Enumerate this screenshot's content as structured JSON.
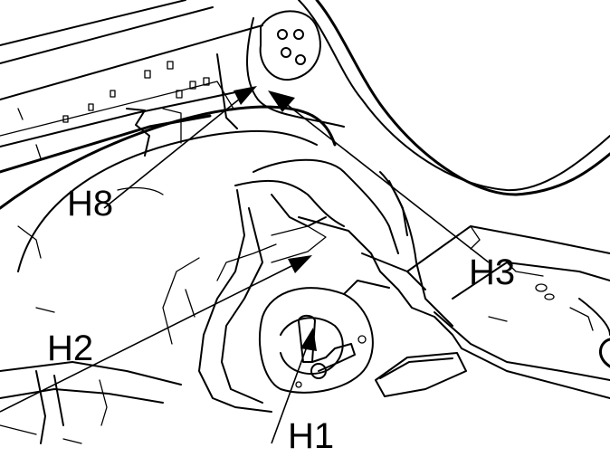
{
  "diagram": {
    "labels": {
      "h1": "H1",
      "h2": "H2",
      "h3": "H3",
      "h8": "H8"
    },
    "colors": {
      "line": "#000000",
      "background": "#ffffff"
    }
  }
}
